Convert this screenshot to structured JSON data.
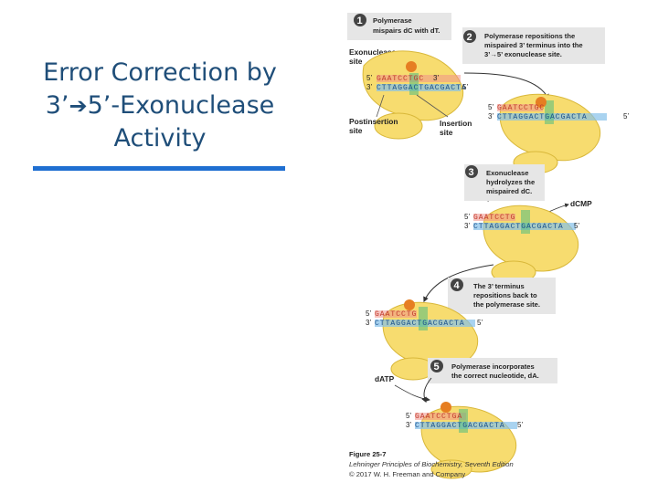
{
  "slide": {
    "title_line1": "Error Correction by",
    "title_arrow_from": "3’",
    "title_arrow_to": "5’-Exonuclease",
    "title_line3": "Activity",
    "accent_color": "#1f6fd1",
    "title_color": "#1f4e79"
  },
  "figure": {
    "steps": [
      {
        "num": "1",
        "line1": "Polymerase",
        "line2": "mispairs dC with dT."
      },
      {
        "num": "2",
        "line1": "Polymerase repositions the",
        "line2": "mispaired 3’ terminus into the",
        "line3": "3’→5’ exonuclease site."
      },
      {
        "num": "3",
        "line1": "Exonuclease",
        "line2": "hydrolyzes the",
        "line3": "mispaired dC."
      },
      {
        "num": "4",
        "line1": "The 3’ terminus",
        "line2": "repositions back to",
        "line3": "the polymerase site."
      },
      {
        "num": "5",
        "line1": "Polymerase incorporates",
        "line2": "the correct nucleotide, dA."
      }
    ],
    "labels": {
      "exonuclease_site_1": "Exonuclease",
      "exonuclease_site_2": "site",
      "postinsertion_1": "Postinsertion",
      "postinsertion_2": "site",
      "insertion_1": "Insertion",
      "insertion_2": "site",
      "dcmp": "dCMP",
      "datp": "dATP"
    },
    "strands": {
      "s1_top": "GAATCCTGC",
      "s1_bottom": "CTTAGGACTGACGACTA",
      "s2_top": "GAATCCTGC",
      "s2_bottom": "CTTAGGACTGACGACTA",
      "s3_top": "GAATCCTG",
      "s3_bottom": "CTTAGGACTGACGACTA",
      "s4_top": "GAATCCTG",
      "s4_bottom": "CTTAGGACTGACGACTA",
      "s5_top": "GAATCCTGA",
      "s5_bottom": "CTTAGGACTGACGACTA"
    },
    "ends": {
      "five": "5’",
      "three": "3’"
    },
    "caption": {
      "line1": "Figure 25-7",
      "line2": "Lehninger Principles of Biochemistry, Seventh Edition",
      "line3": "© 2017 W. H. Freeman and Company"
    }
  }
}
